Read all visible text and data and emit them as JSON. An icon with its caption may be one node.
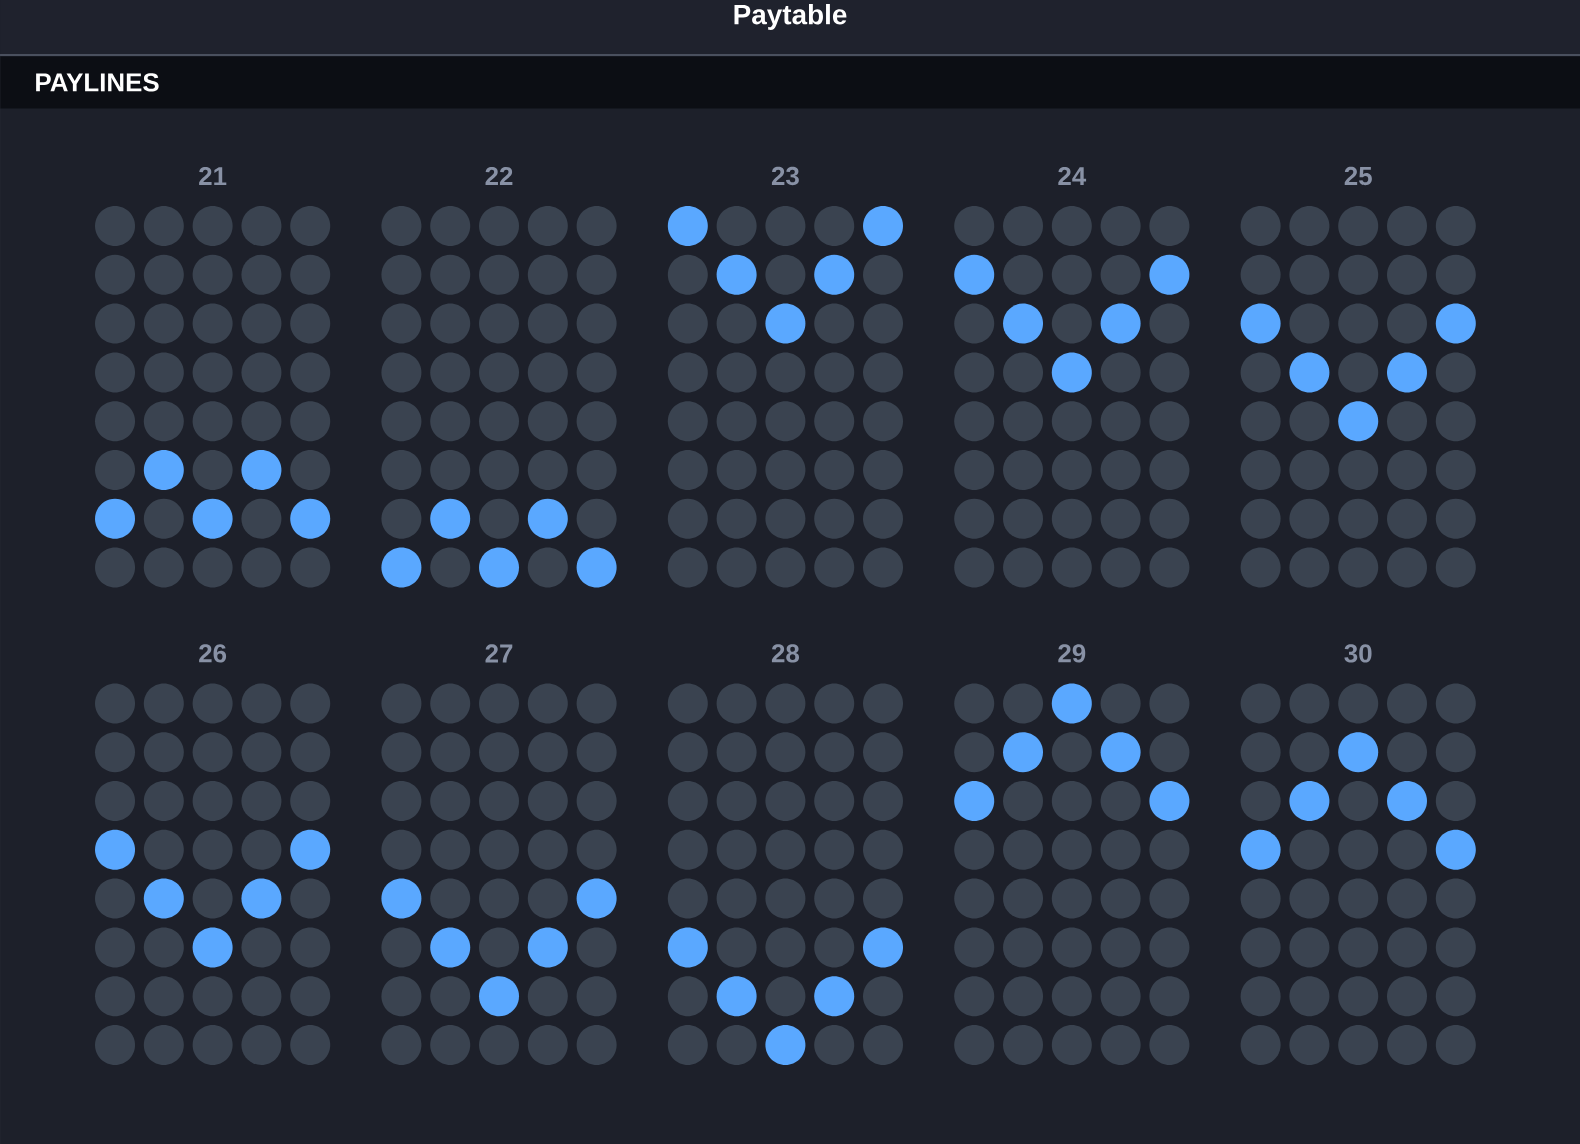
{
  "diagram": {
    "title": "Paytable",
    "nodes": [
      {
        "text": [
          "PAYLINES"
        ]
      }
    ],
    "labels": [
      "21",
      "22",
      "23",
      "24",
      "25",
      "26",
      "27",
      "28",
      "29",
      "30"
    ]
  }
}
